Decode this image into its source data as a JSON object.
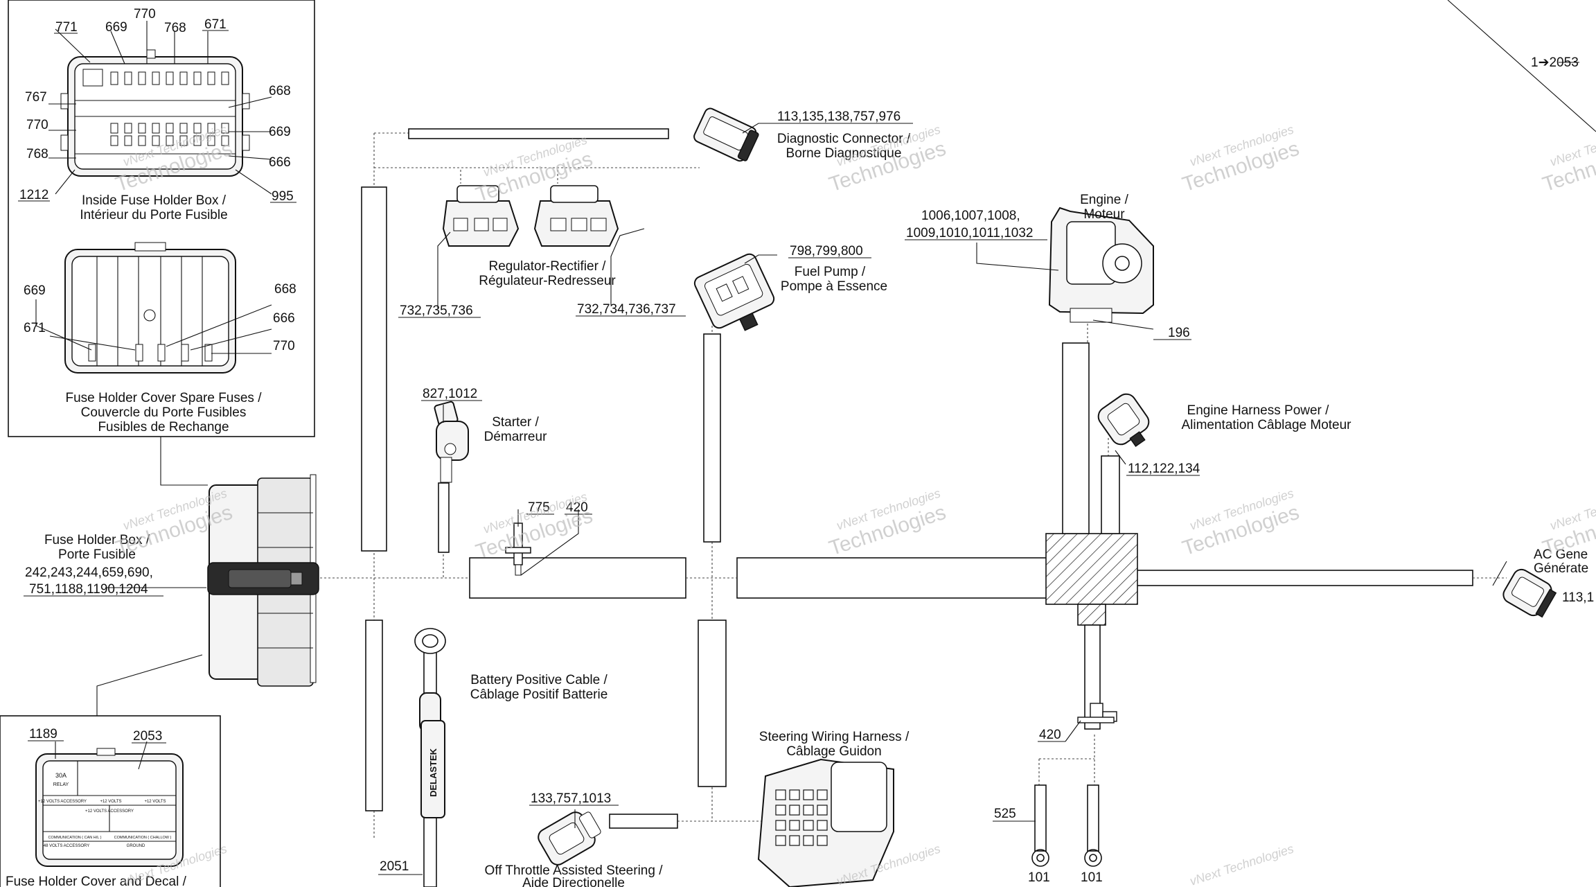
{
  "callouts": {
    "c771": "771",
    "c669a": "669",
    "c770a": "770",
    "c768a": "768",
    "c671a": "671",
    "c767": "767",
    "c668a": "668",
    "c770b": "770",
    "c669b": "669",
    "c768b": "768",
    "c666a": "666",
    "c1212": "1212",
    "c995": "995",
    "c669c": "669",
    "c668b": "668",
    "c666b": "666",
    "c671b": "671",
    "c770c": "770",
    "c1189": "1189",
    "c2053": "2053",
    "c113": "113,135,138,757,976",
    "c732a": "732,735,736",
    "c732b": "732,734,736,737",
    "c798": "798,799,800",
    "c1006a": "1006,1007,1008,",
    "c1006b": "1009,1010,1011,1032",
    "c196": "196",
    "c1to2053": "1➔2053",
    "c827": "827,1012",
    "c775": "775",
    "c420a": "420",
    "c112": "112,122,134",
    "c242a": "242,243,244,659,690,",
    "c242b": "751,1188,1190,1204",
    "c113b": "113,1",
    "c420b": "420",
    "c525": "525",
    "c101a": "101",
    "c101b": "101",
    "c133": "133,757,1013",
    "c2051": "2051"
  },
  "labels": {
    "inside_fuse_1": "Inside Fuse Holder Box /",
    "inside_fuse_2": "Intérieur du Porte Fusible",
    "cover_spare_1": "Fuse Holder Cover Spare Fuses /",
    "cover_spare_2": "Couvercle du Porte Fusibles",
    "cover_spare_3": "Fusibles de Rechange",
    "fuse_box_1": "Fuse Holder Box /",
    "fuse_box_2": "Porte Fusible",
    "cover_decal": "Fuse Holder Cover and Decal /",
    "diag_1": "Diagnostic Connector /",
    "diag_2": "Borne Diagnostique",
    "reg_1": "Regulator-Rectifier /",
    "reg_2": "Régulateur-Redresseur",
    "pump_1": "Fuel Pump /",
    "pump_2": "Pompe à Essence",
    "engine_1": "Engine /",
    "engine_2": "Moteur",
    "starter_1": "Starter /",
    "starter_2": "Démarreur",
    "ehp_1": "Engine Harness Power /",
    "ehp_2": "Alimentation Câblage Moteur",
    "acgen_1": "AC Gene",
    "acgen_2": "Générate",
    "batt_1": "Battery Positive Cable /",
    "batt_2": "Câblage Positif Batterie",
    "steer_1": "Steering Wiring Harness /",
    "steer_2": "Câblage Guidon",
    "ots_1": "Off Throttle Assisted Steering /",
    "ots_2": "Aide Directionelle"
  },
  "decals": {
    "delastek": "DELASTEK",
    "fuse_30a": "30A",
    "fuse_relay": "RELAY",
    "accessory_12v": "+12 VOLTS ACCESSORY",
    "volts_12a": "+12 VOLTS",
    "volts_12b": "+12 VOLTS",
    "accessory_row": "+12 VOLTS ACCESSORY",
    "comm_can": "COMMUNICATION ( CAN H/L )",
    "comm_challow": "COMMUNICATION ( CHALLOW )",
    "v48_accessory": "48 VOLTS ACCESSORY",
    "ground": "GROUND"
  },
  "watermark": {
    "line1": "vNext Technologies",
    "line2": "Technologies"
  },
  "colors": {
    "line": "#111111",
    "watermark": "#bdbdbd",
    "background": "#ffffff"
  }
}
